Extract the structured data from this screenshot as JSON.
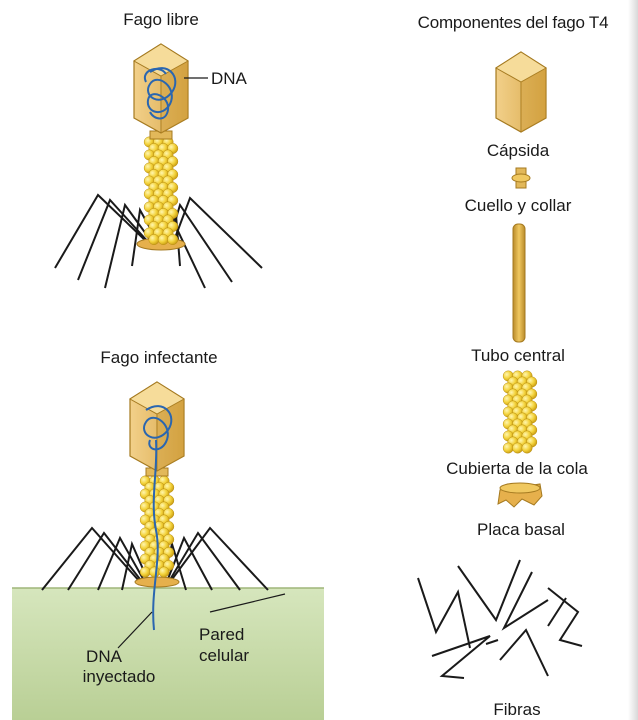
{
  "titles": {
    "free_phage": "Fago libre",
    "infecting_phage": "Fago infectante",
    "components": "Componentes del fago T4"
  },
  "free_phage": {
    "dna_label": "DNA"
  },
  "infecting_phage": {
    "injected_dna_label": [
      "DNA",
      "inyectado"
    ],
    "cell_wall_label": [
      "Pared",
      "celular"
    ]
  },
  "components": [
    "Cápsida",
    "Cuello y collar",
    "Tubo central",
    "Cubierta de la cola",
    "Placa basal",
    "Fibras"
  ],
  "colors": {
    "capsid": "#e2b85a",
    "capsid_dark": "#b98a2a",
    "tail_bead": "#f3d23a",
    "dna": "#2a66b0",
    "fiber": "#1a1a1a",
    "cell_wall": "#c8dcaa"
  }
}
